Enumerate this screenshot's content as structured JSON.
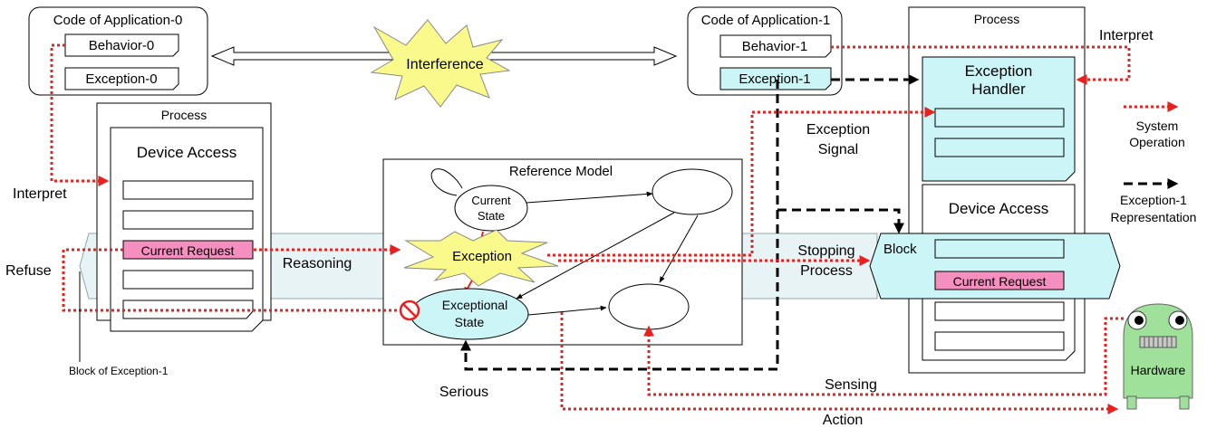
{
  "app0": {
    "title": "Code of Application-0",
    "behavior": "Behavior-0",
    "exception": "Exception-0"
  },
  "app1": {
    "title": "Code of Application-1",
    "behavior": "Behavior-1",
    "exception": "Exception-1"
  },
  "interference": "Interference",
  "left_process": {
    "title": "Process",
    "device_access": "Device Access",
    "current_request": "Current Request"
  },
  "right_process": {
    "title": "Process",
    "exception_handler_line1": "Exception",
    "exception_handler_line2": "Handler",
    "device_access": "Device Access",
    "block": "Block",
    "current_request": "Current Request"
  },
  "reference_model": {
    "title": "Reference Model",
    "current_state_line1": "Current",
    "current_state_line2": "State",
    "exception": "Exception",
    "exceptional_state_line1": "Exceptional",
    "exceptional_state_line2": "State"
  },
  "labels": {
    "interpret_left": "Interpret",
    "interpret_right": "Interpret",
    "refuse": "Refuse",
    "reasoning": "Reasoning",
    "block_of_exception": "Block of Exception-1",
    "exception_signal_line1": "Exception",
    "exception_signal_line2": "Signal",
    "stopping_line1": "Stopping",
    "stopping_line2": "Process",
    "serious": "Serious",
    "sensing": "Sensing",
    "action": "Action",
    "hardware": "Hardware"
  },
  "legend": {
    "system_operation_line1": "System",
    "system_operation_line2": "Operation",
    "exception_rep_line1": "Exception-1",
    "exception_rep_line2": "Representation"
  },
  "colors": {
    "red_flow": "#e8201e",
    "cyan_fill": "#ccf5f7",
    "pink_fill": "#f48fc0",
    "star_fill": "#fafa8c",
    "band_fill": "#e8f3f5",
    "robot_fill": "#9fe09a"
  }
}
